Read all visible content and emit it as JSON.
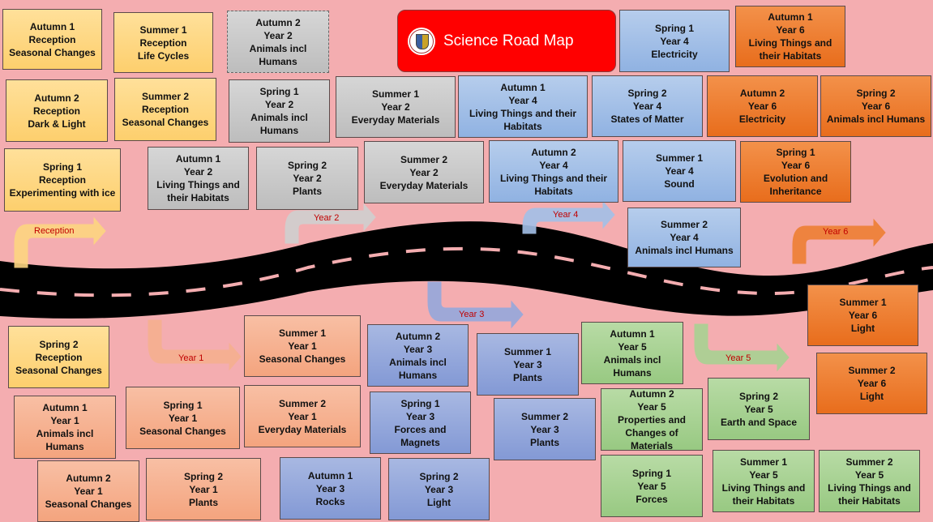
{
  "title": {
    "text": "Science Road Map",
    "logo": "school-crest-logo"
  },
  "colors": {
    "background": "#f4adb0",
    "title_bg": "#ff0000",
    "reception": "#fdd581",
    "year1": "#f6b08f",
    "year2": "#c9c9c9",
    "year3": "#95a8dc",
    "year4": "#a3c0e8",
    "year5": "#a8d293",
    "year6": "#ee7f33",
    "road": "#000000",
    "arrow_text": "#c00000"
  },
  "arrows": [
    {
      "label": "Reception",
      "group": "reception"
    },
    {
      "label": "Year 1",
      "group": "year1"
    },
    {
      "label": "Year 2",
      "group": "year2"
    },
    {
      "label": "Year 3",
      "group": "year3"
    },
    {
      "label": "Year 4",
      "group": "year4"
    },
    {
      "label": "Year 5",
      "group": "year5"
    },
    {
      "label": "Year 6",
      "group": "year6"
    }
  ],
  "topics": [
    {
      "term": "Autumn 1",
      "year": "Reception",
      "topic": "Seasonal Changes"
    },
    {
      "term": "Summer 1",
      "year": "Reception",
      "topic": "Life Cycles"
    },
    {
      "term": "Autumn 2",
      "year": "Year 2",
      "topic": "Animals incl Humans"
    },
    {
      "term": "Autumn 2",
      "year": "Reception",
      "topic": "Dark & Light"
    },
    {
      "term": "Summer 2",
      "year": "Reception",
      "topic": "Seasonal Changes"
    },
    {
      "term": "Spring 1",
      "year": "Year 2",
      "topic": "Animals incl Humans"
    },
    {
      "term": "Summer 1",
      "year": "Year 2",
      "topic": "Everyday Materials"
    },
    {
      "term": "Spring 1",
      "year": "Reception",
      "topic": "Experimenting with ice"
    },
    {
      "term": "Autumn 1",
      "year": "Year 2",
      "topic": "Living Things and their Habitats"
    },
    {
      "term": "Spring 2",
      "year": "Year 2",
      "topic": "Plants"
    },
    {
      "term": "Summer 2",
      "year": "Year 2",
      "topic": "Everyday Materials"
    },
    {
      "term": "Spring 1",
      "year": "Year 4",
      "topic": "Electricity"
    },
    {
      "term": "Autumn 1",
      "year": "Year 4",
      "topic": "Living Things and their Habitats"
    },
    {
      "term": "Spring 2",
      "year": "Year 4",
      "topic": "States of Matter"
    },
    {
      "term": "Autumn 2",
      "year": "Year 4",
      "topic": "Living Things and their Habitats"
    },
    {
      "term": "Summer 1",
      "year": "Year 4",
      "topic": "Sound"
    },
    {
      "term": "Summer 2",
      "year": "Year 4",
      "topic": "Animals incl Humans"
    },
    {
      "term": "Autumn 1",
      "year": "Year 6",
      "topic": "Living Things and their Habitats"
    },
    {
      "term": "Autumn 2",
      "year": "Year 6",
      "topic": "Electricity"
    },
    {
      "term": "Spring 2",
      "year": "Year 6",
      "topic": "Animals incl Humans"
    },
    {
      "term": "Spring 1",
      "year": "Year 6",
      "topic": "Evolution and Inheritance"
    },
    {
      "term": "Summer 1",
      "year": "Year 6",
      "topic": "Light"
    },
    {
      "term": "Summer 2",
      "year": "Year 6",
      "topic": "Light"
    },
    {
      "term": "Spring 2",
      "year": "Reception",
      "topic": "Seasonal Changes"
    },
    {
      "term": "Summer 1",
      "year": "Year 1",
      "topic": "Seasonal Changes"
    },
    {
      "term": "Autumn 1",
      "year": "Year 1",
      "topic": "Animals incl Humans"
    },
    {
      "term": "Spring 1",
      "year": "Year 1",
      "topic": "Seasonal Changes"
    },
    {
      "term": "Summer 2",
      "year": "Year 1",
      "topic": "Everyday Materials"
    },
    {
      "term": "Autumn 2",
      "year": "Year 1",
      "topic": "Seasonal Changes"
    },
    {
      "term": "Spring 2",
      "year": "Year 1",
      "topic": "Plants"
    },
    {
      "term": "Autumn 2",
      "year": "Year 3",
      "topic": "Animals incl Humans"
    },
    {
      "term": "Summer 1",
      "year": "Year 3",
      "topic": "Plants"
    },
    {
      "term": "Spring 1",
      "year": "Year 3",
      "topic": "Forces and Magnets"
    },
    {
      "term": "Summer 2",
      "year": "Year 3",
      "topic": "Plants"
    },
    {
      "term": "Autumn 1",
      "year": "Year 3",
      "topic": "Rocks"
    },
    {
      "term": "Spring 2",
      "year": "Year 3",
      "topic": "Light"
    },
    {
      "term": "Autumn 1",
      "year": "Year 5",
      "topic": "Animals incl Humans"
    },
    {
      "term": "Autumn 2",
      "year": "Year 5",
      "topic": "Properties and Changes of Materials"
    },
    {
      "term": "Spring 2",
      "year": "Year 5",
      "topic": "Earth and Space"
    },
    {
      "term": "Spring 1",
      "year": "Year 5",
      "topic": "Forces"
    },
    {
      "term": "Summer 1",
      "year": "Year 5",
      "topic": "Living Things and their Habitats"
    },
    {
      "term": "Summer 2",
      "year": "Year 5",
      "topic": "Living Things and their Habitats"
    }
  ]
}
